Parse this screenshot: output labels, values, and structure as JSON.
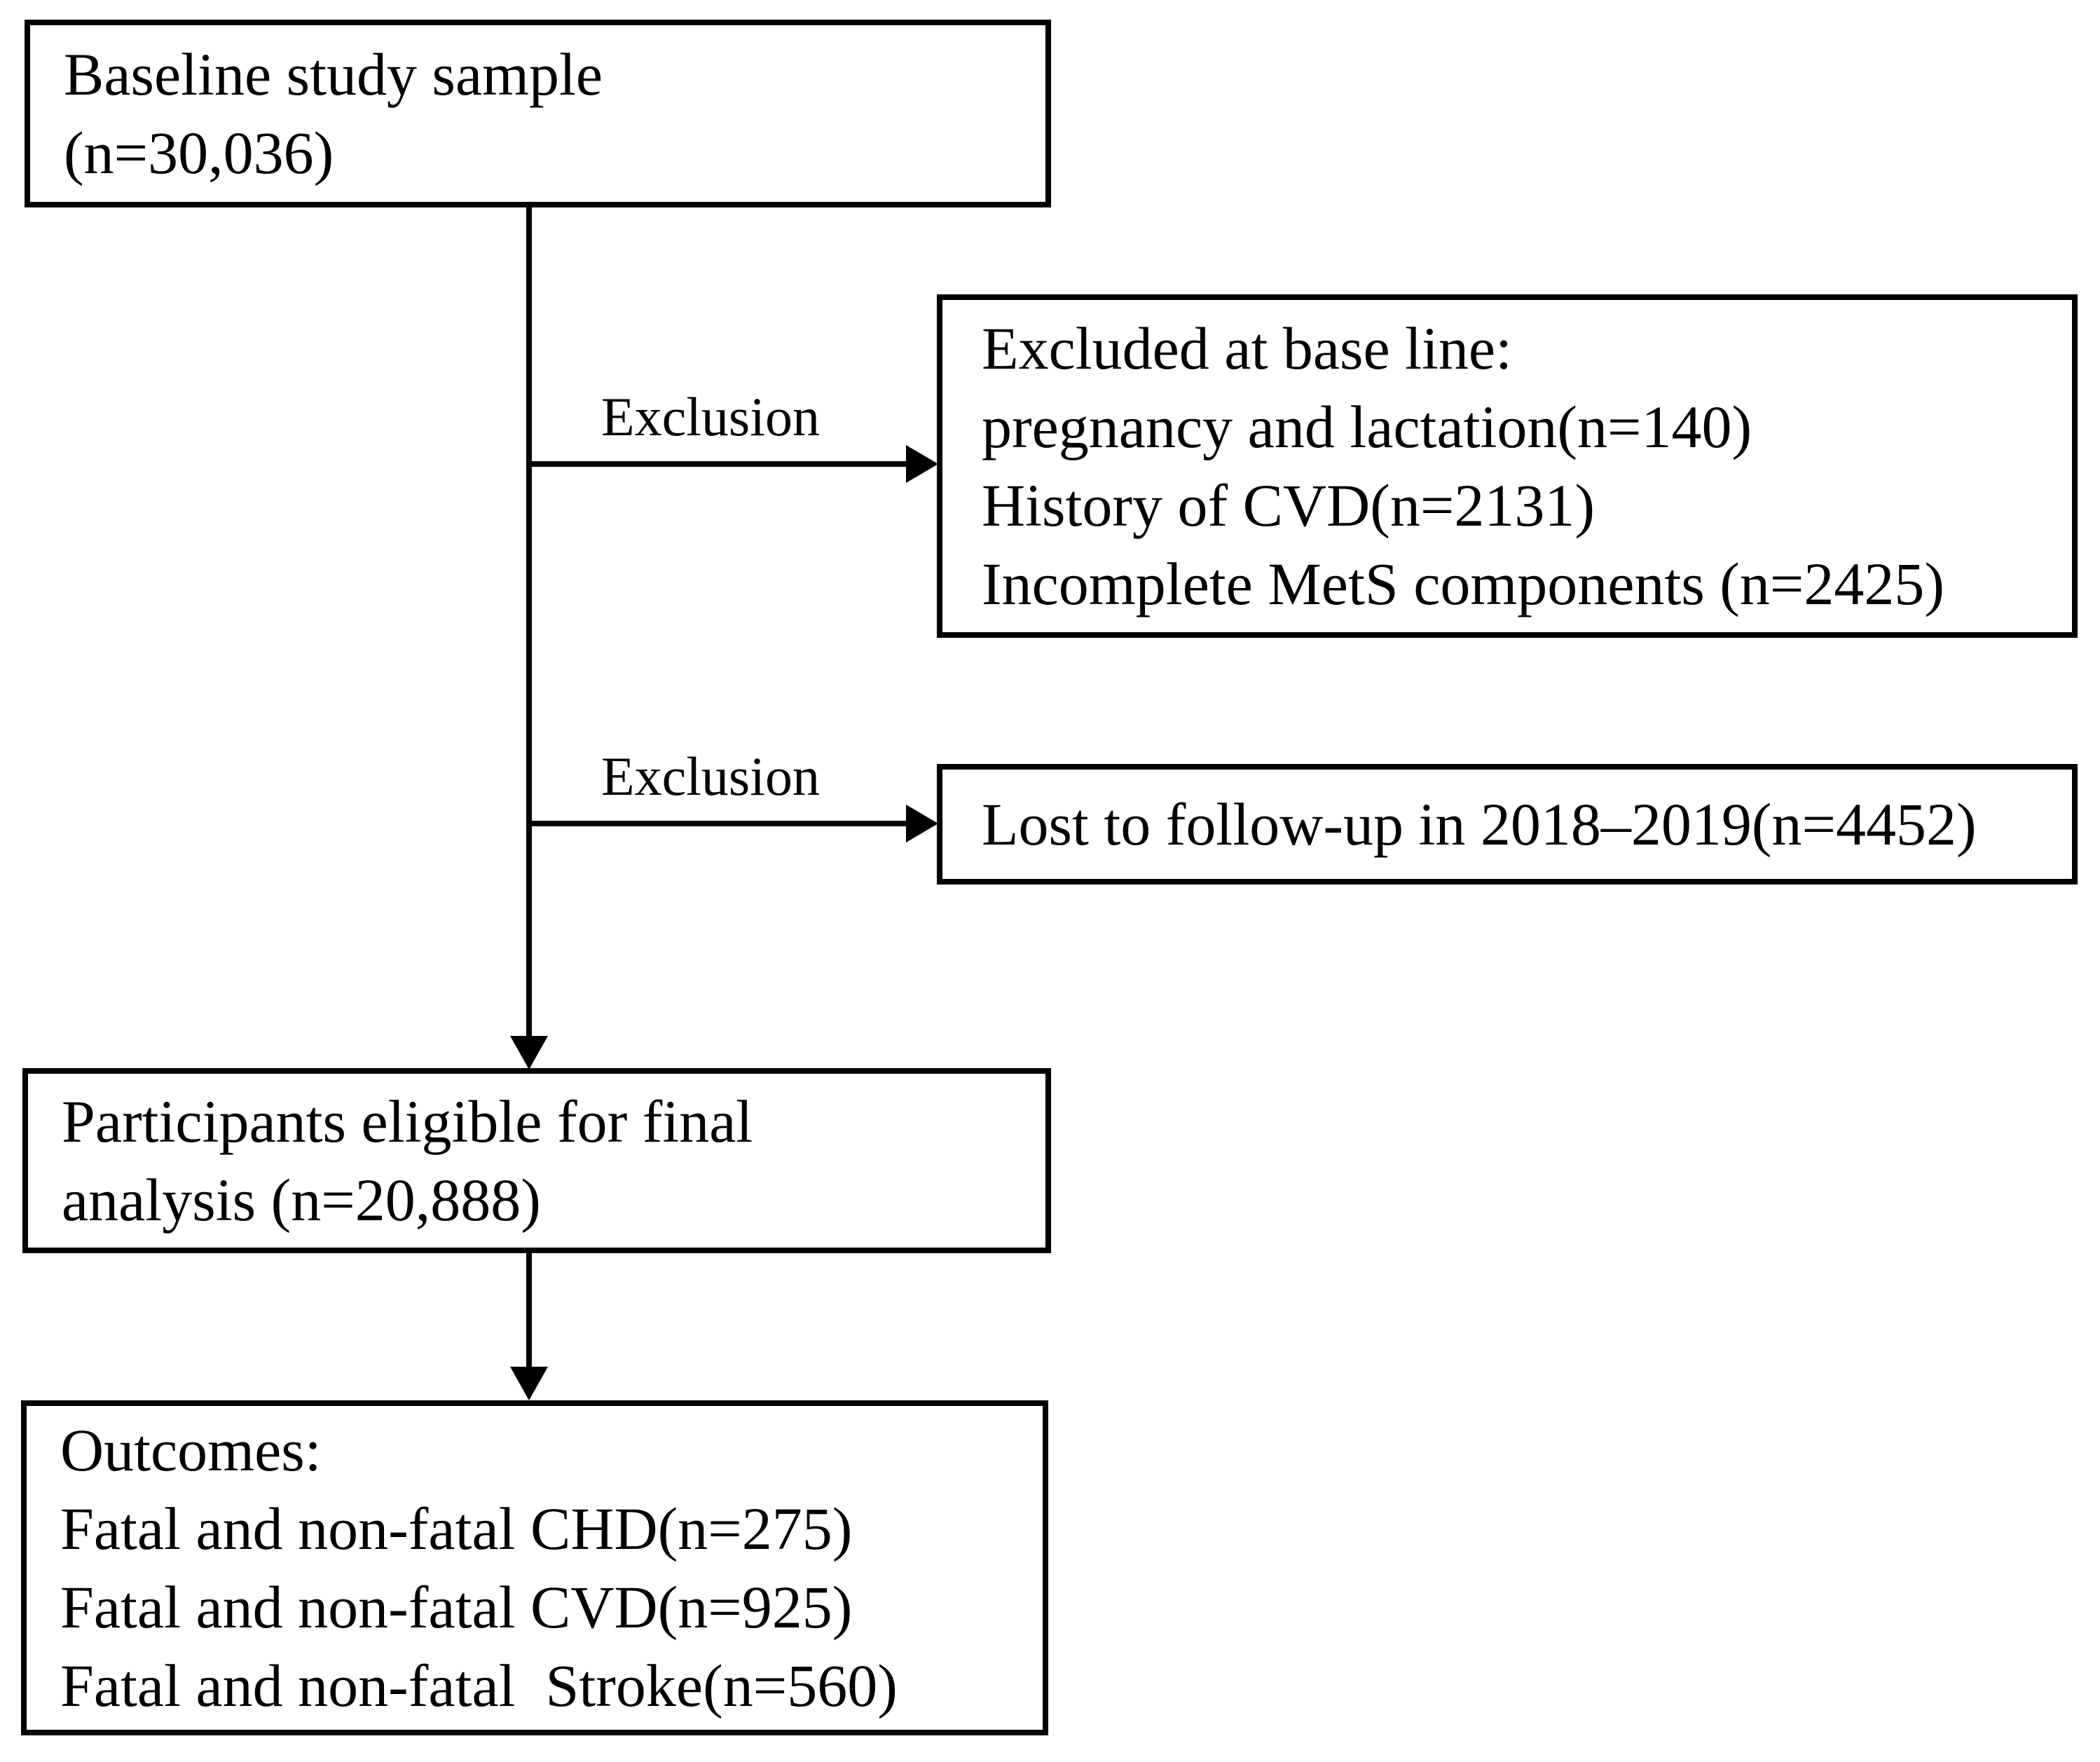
{
  "figure": {
    "type": "flow-diagram",
    "background_color": "#ffffff",
    "line_color": "#000000",
    "text_color": "#000000"
  },
  "nodes": {
    "baseline": {
      "lines": [
        "Baseline study sample",
        "(n=30,036)"
      ]
    },
    "excluded_at_baseline": {
      "lines": [
        "Excluded at base line:",
        "pregnancy and lactation(n=140)",
        "History of CVD(n=2131)",
        "Incomplete MetS components (n=2425)"
      ]
    },
    "lost_to_followup": {
      "lines": [
        "Lost to follow-up in 2018–2019(n=4452)"
      ]
    },
    "eligible": {
      "lines": [
        "Participants eligible for final",
        "analysis (n=20,888)"
      ]
    },
    "outcomes": {
      "lines": [
        "Outcomes:",
        "Fatal and non-fatal CHD(n=275)",
        "Fatal and non-fatal CVD(n=925)",
        "Fatal and non-fatal  Stroke(n=560)"
      ]
    }
  },
  "edges": {
    "exclusion1_label": "Exclusion",
    "exclusion2_label": "Exclusion"
  }
}
